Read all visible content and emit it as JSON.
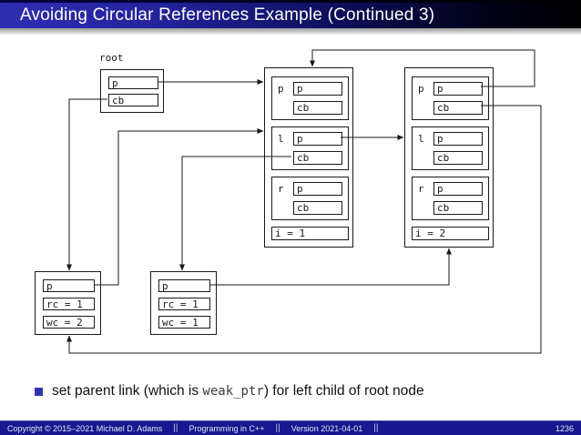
{
  "title": "Avoiding Circular References Example (Continued 3)",
  "diagram": {
    "labels": {
      "root": "root",
      "p": "p",
      "cb": "cb",
      "l": "l",
      "r": "r"
    },
    "node1": {
      "i": "i = 1"
    },
    "node2": {
      "i": "i = 2"
    },
    "cb1": {
      "p": "p",
      "rc": "rc = 1",
      "wc": "wc = 2"
    },
    "cb2": {
      "p": "p",
      "rc": "rc = 1",
      "wc": "wc = 1"
    }
  },
  "bullet": {
    "pre": "set parent link (which is ",
    "code": "weak_ptr",
    "post": ") for left child of root node"
  },
  "footer": {
    "copyright": "Copyright © 2015–2021 Michael D. Adams",
    "sep": "||",
    "course": "Programming in C++",
    "version": "Version 2021-04-01",
    "page": "1236"
  },
  "colors": {
    "header_blue": "#2e2eb4",
    "footer_navy": "#17178f",
    "bullet_blue": "#3333b2"
  }
}
